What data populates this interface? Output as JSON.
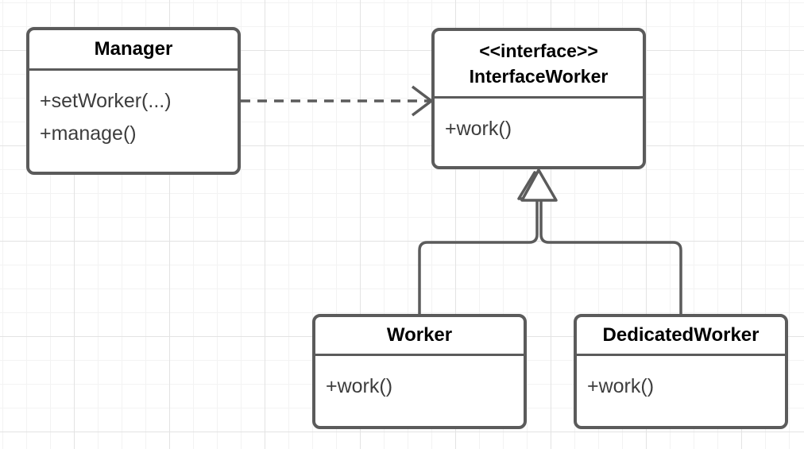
{
  "canvas": {
    "background": "#ffffff",
    "grid_minor_color": "#f3f3f3",
    "grid_major_color": "#e3e3e3"
  },
  "colors": {
    "shape_stroke": "#5b5b5b",
    "shape_fill": "#ffffff",
    "title_text": "#000000",
    "member_text": "#3d3d3d"
  },
  "diagram": {
    "type": "uml-class-diagram",
    "classes": [
      {
        "name": "Manager",
        "methods": [
          "+setWorker(...)",
          "+manage()"
        ]
      },
      {
        "stereotype": "<<interface>>",
        "name": "InterfaceWorker",
        "methods": [
          "+work()"
        ]
      },
      {
        "name": "Worker",
        "methods": [
          "+work()"
        ]
      },
      {
        "name": "DedicatedWorker",
        "methods": [
          "+work()"
        ]
      }
    ],
    "relationships": [
      {
        "type": "dependency",
        "from": "Manager",
        "to": "InterfaceWorker",
        "line": "dashed",
        "arrowhead": "open"
      },
      {
        "type": "realization",
        "from": "Worker",
        "to": "InterfaceWorker",
        "line": "solid",
        "arrowhead": "hollow-triangle"
      },
      {
        "type": "realization",
        "from": "DedicatedWorker",
        "to": "InterfaceWorker",
        "line": "solid",
        "arrowhead": "hollow-triangle"
      }
    ]
  }
}
